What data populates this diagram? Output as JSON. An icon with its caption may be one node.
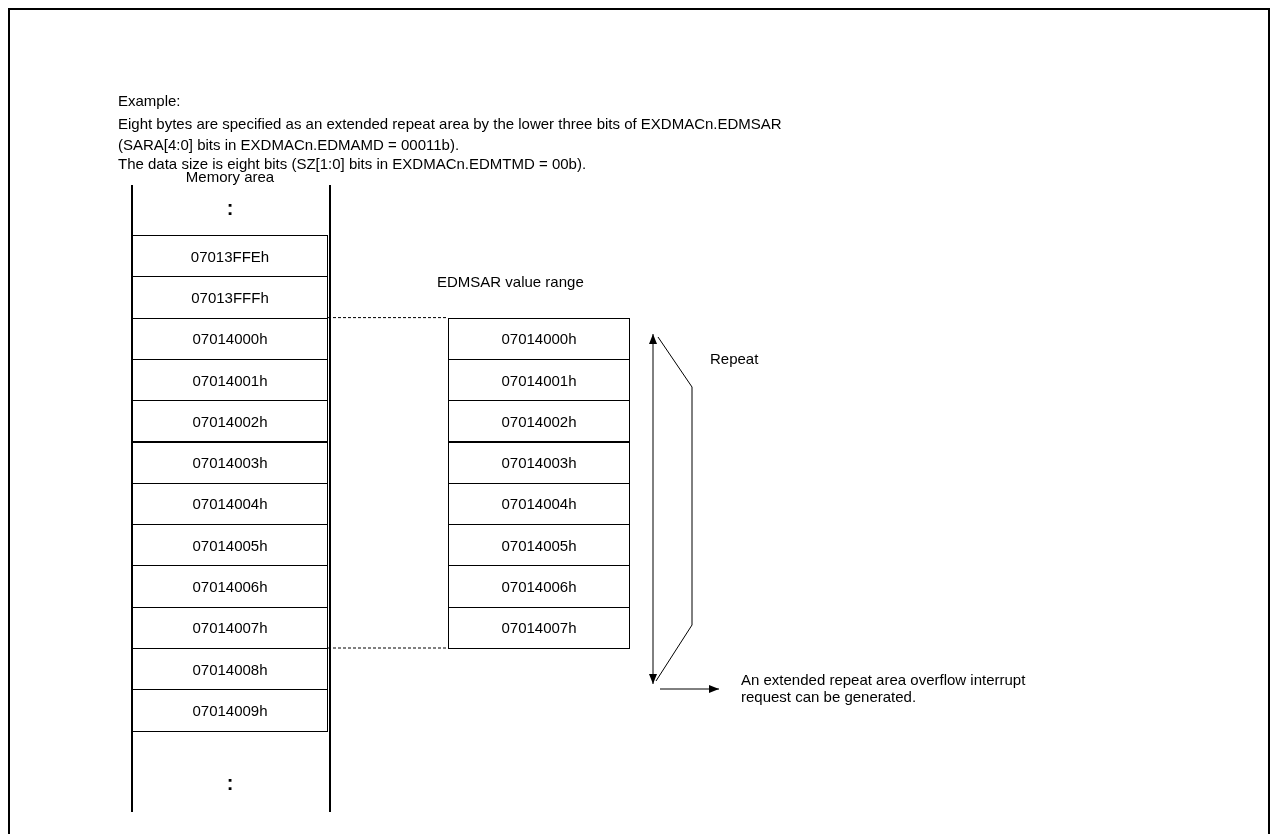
{
  "diagram": {
    "nodes": [
      {
        "text": [
          "Memory area"
        ]
      },
      {
        "text": [
          "07013FFEh"
        ],
        "in": 0
      },
      {
        "text": [
          "07013FFFh"
        ],
        "in": 0
      },
      {
        "text": [
          "07014000h"
        ],
        "in": 0
      },
      {
        "text": [
          "07014001h"
        ],
        "in": 0
      },
      {
        "text": [
          "07014002h"
        ],
        "in": 0
      },
      {
        "text": [
          "07014003h"
        ],
        "in": 0
      },
      {
        "text": [
          "07014004h"
        ],
        "in": 0
      },
      {
        "text": [
          "07014005h"
        ],
        "in": 0
      },
      {
        "text": [
          "07014006h"
        ],
        "in": 0
      },
      {
        "text": [
          "07014007h"
        ],
        "in": 0
      },
      {
        "text": [
          "07014008h"
        ],
        "in": 0
      },
      {
        "text": [
          "07014009h"
        ],
        "in": 0
      },
      {
        "text": [
          "07014000h"
        ]
      },
      {
        "text": [
          "07014001h"
        ]
      },
      {
        "text": [
          "07014002h"
        ]
      },
      {
        "text": [
          "07014003h"
        ]
      },
      {
        "text": [
          "07014004h"
        ]
      },
      {
        "text": [
          "07014005h"
        ]
      },
      {
        "text": [
          "07014006h"
        ]
      },
      {
        "text": [
          "07014007h"
        ]
      },
      {
        "text": [
          "An extended repeat area overflow interrupt request can be generated."
        ]
      }
    ],
    "edges": [
      {
        "from": 3,
        "to": 13,
        "arrow": "none",
        "style": "dashed"
      },
      {
        "from": 10,
        "to": 20,
        "arrow": "none",
        "style": "dashed"
      },
      {
        "from": null,
        "to": 21,
        "arrow": "to"
      }
    ],
    "labels": [
      "Example:",
      "Eight bytes are specified as an extended repeat area by the lower three bits of EXDMACn.EDMSAR (SARA[4:0] bits in EXDMACn.EDMAMD = 00011b).",
      "The data size is eight bits (SZ[1:0] bits in EXDMACn.EDMTMD = 00b).",
      ":",
      "EDMSAR value range",
      "Repeat",
      ":"
    ]
  }
}
